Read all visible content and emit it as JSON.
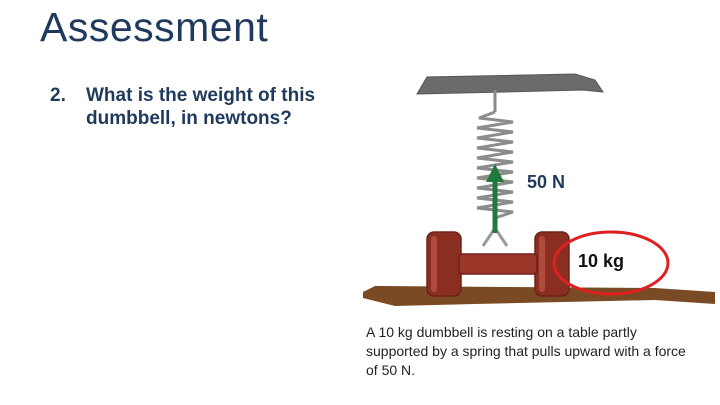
{
  "slide": {
    "title": "Assessment",
    "question_number": "2.",
    "question_text": "What is the weight of this dumbbell, in newtons?",
    "force_label": "50 N",
    "mass_label": "10 kg",
    "caption": "A 10 kg dumbbell is resting on a table partly supported by a spring that pulls upward with a force of 50 N.",
    "colors": {
      "title": "#1f3a5c",
      "arrow": "#1e7a3c",
      "dumbbell": "#8b2e22",
      "highlight_circle": "#e02020",
      "table": "#7a4a24",
      "ceiling": "#6b6b6b"
    }
  }
}
